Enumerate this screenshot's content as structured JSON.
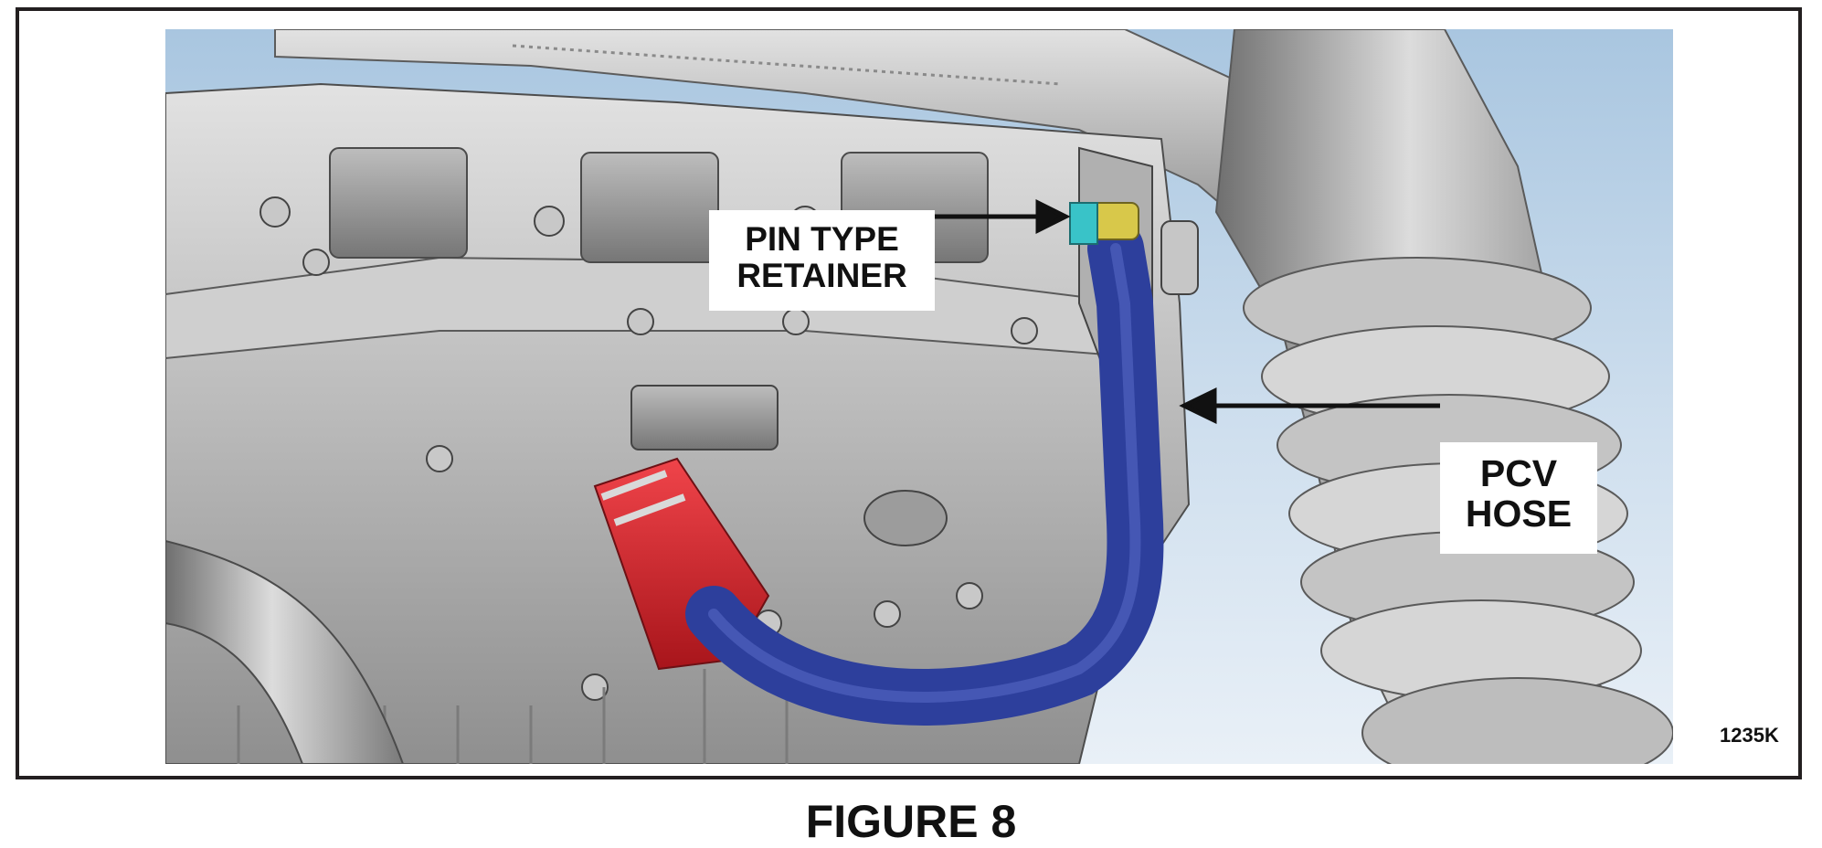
{
  "callouts": {
    "pin_type_retainer": {
      "line1": "PIN TYPE",
      "line2": "RETAINER"
    },
    "pcv_hose": {
      "line1": "PCV",
      "line2": "HOSE"
    }
  },
  "drawing_id": "1235K",
  "caption": "FIGURE 8",
  "colors": {
    "frame": "#231f20",
    "background_sky": "#bcd3e6",
    "engine_metal": "#b7b7b7",
    "pcv_hose": "#2d3f9c",
    "red_hose": "#d8262e",
    "retainer": "#39c3c8",
    "yellow_fitting": "#d8c84a"
  }
}
